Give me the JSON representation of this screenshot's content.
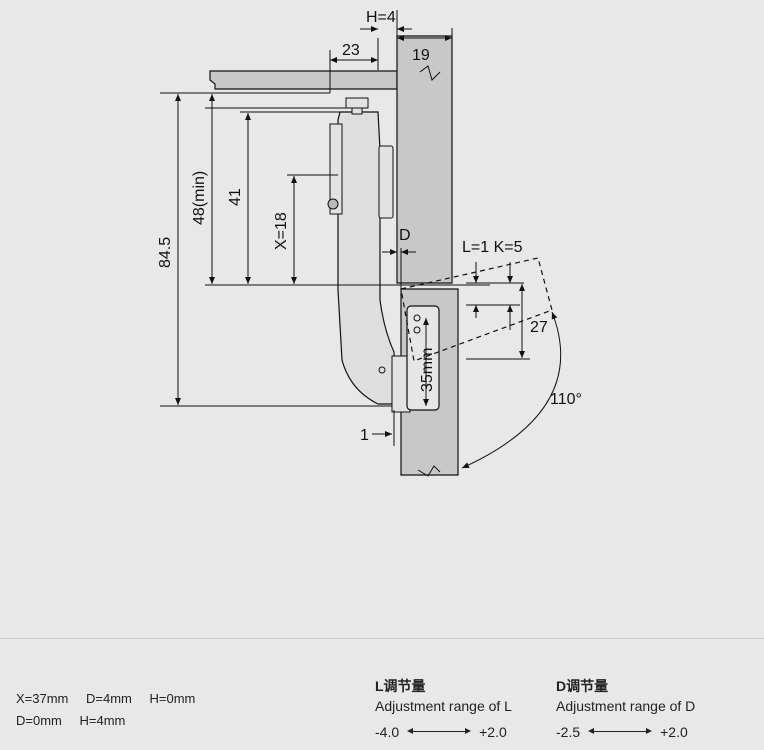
{
  "dims": {
    "h": "H=4",
    "d23": "23",
    "d19": "19",
    "d84": "84.5",
    "d48": "48(min)",
    "d41": "41",
    "x18": "X=18",
    "d": "D",
    "lk": "L=1 K=5",
    "d27": "27",
    "d35": "35mm",
    "d110": "110°",
    "d1": "1"
  },
  "params": {
    "x": "X=37mm",
    "d": "D=4mm",
    "h": "H=0mm",
    "d2": "D=0mm",
    "h2": "H=4mm"
  },
  "adjust_l": {
    "title": "L调节量",
    "subtitle": "Adjustment range of L",
    "min": "-4.0",
    "max": "+2.0"
  },
  "adjust_d": {
    "title": "D调节量",
    "subtitle": "Adjustment range of D",
    "min": "-2.5",
    "max": "+2.0"
  },
  "colors": {
    "panel": "#c8c8c8",
    "background": "#e8e8e8",
    "hinge": "#d9d9d9",
    "line": "#111111"
  }
}
